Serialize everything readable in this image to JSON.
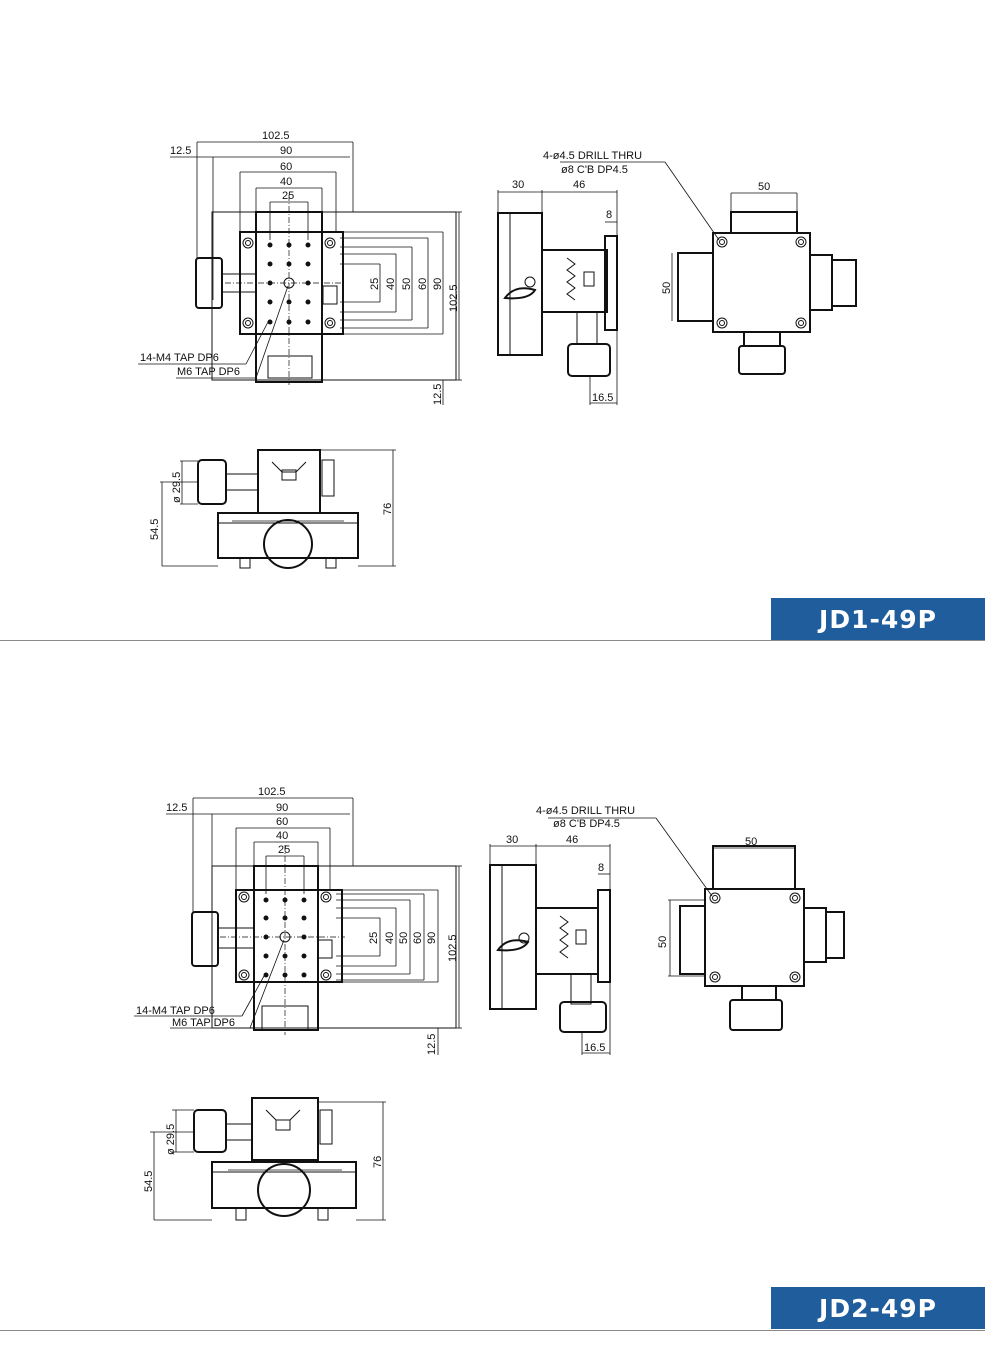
{
  "sheets": [
    {
      "model": "JD1-49P",
      "top_view": {
        "width_dims": [
          "102.5",
          "12.5",
          "90",
          "60",
          "40",
          "25"
        ],
        "height_dims": [
          "25",
          "40",
          "50",
          "60",
          "90",
          "102.5"
        ],
        "bottom_dim": "12.5",
        "tap_notes": [
          "14-M4 TAP DP6",
          "M6 TAP DP6"
        ]
      },
      "side_view": {
        "dims": [
          "30",
          "46",
          "8",
          "16.5"
        ]
      },
      "mount_view": {
        "drill_notes": [
          "4-ø4.5 DRILL THRU",
          "ø8 C'B DP4.5"
        ],
        "dims": [
          "50",
          "50"
        ]
      },
      "front_view": {
        "dims": [
          "ø 29.5",
          "54.5",
          "76"
        ]
      }
    },
    {
      "model": "JD2-49P",
      "top_view": {
        "width_dims": [
          "102.5",
          "12.5",
          "90",
          "60",
          "40",
          "25"
        ],
        "height_dims": [
          "25",
          "40",
          "50",
          "60",
          "90",
          "102.5"
        ],
        "bottom_dim": "12.5",
        "tap_notes": [
          "14-M4 TAP DP6",
          "M6 TAP DP6"
        ]
      },
      "side_view": {
        "dims": [
          "30",
          "46",
          "8",
          "16.5"
        ]
      },
      "mount_view": {
        "drill_notes": [
          "4-ø4.5 DRILL THRU",
          "ø8 C'B DP4.5"
        ],
        "dims": [
          "50",
          "50"
        ]
      },
      "front_view": {
        "dims": [
          "ø 29.5",
          "54.5",
          "76"
        ]
      }
    }
  ]
}
